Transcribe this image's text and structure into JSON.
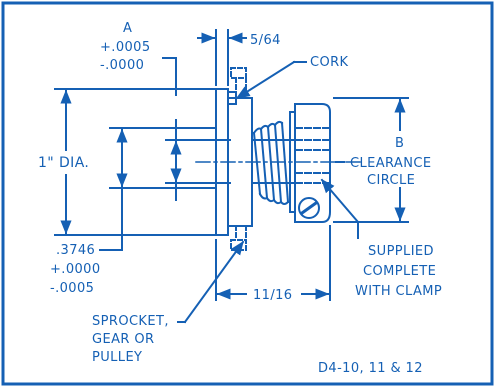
{
  "colors": {
    "line": "#1560b4",
    "frame": "#1560b4",
    "background": "#ffffff"
  },
  "labels": {
    "a_letter": "A",
    "a_tol_plus": "+.0005",
    "a_tol_minus": "-.0000",
    "thickness": "5/64",
    "cork": "CORK",
    "diameter": "1\" DIA.",
    "b_letter": "B",
    "clearance_1": "CLEARANCE",
    "clearance_2": "CIRCLE",
    "bore": ".3746",
    "bore_tol_plus": "+.0000",
    "bore_tol_minus": "-.0005",
    "supplied_1": "SUPPLIED",
    "supplied_2": "COMPLETE",
    "supplied_3": "WITH CLAMP",
    "length": "11/16",
    "sprocket_1": "SPROCKET,",
    "sprocket_2": "GEAR OR",
    "sprocket_3": "PULLEY",
    "figure_ref": "D4-10, 11 & 12"
  }
}
